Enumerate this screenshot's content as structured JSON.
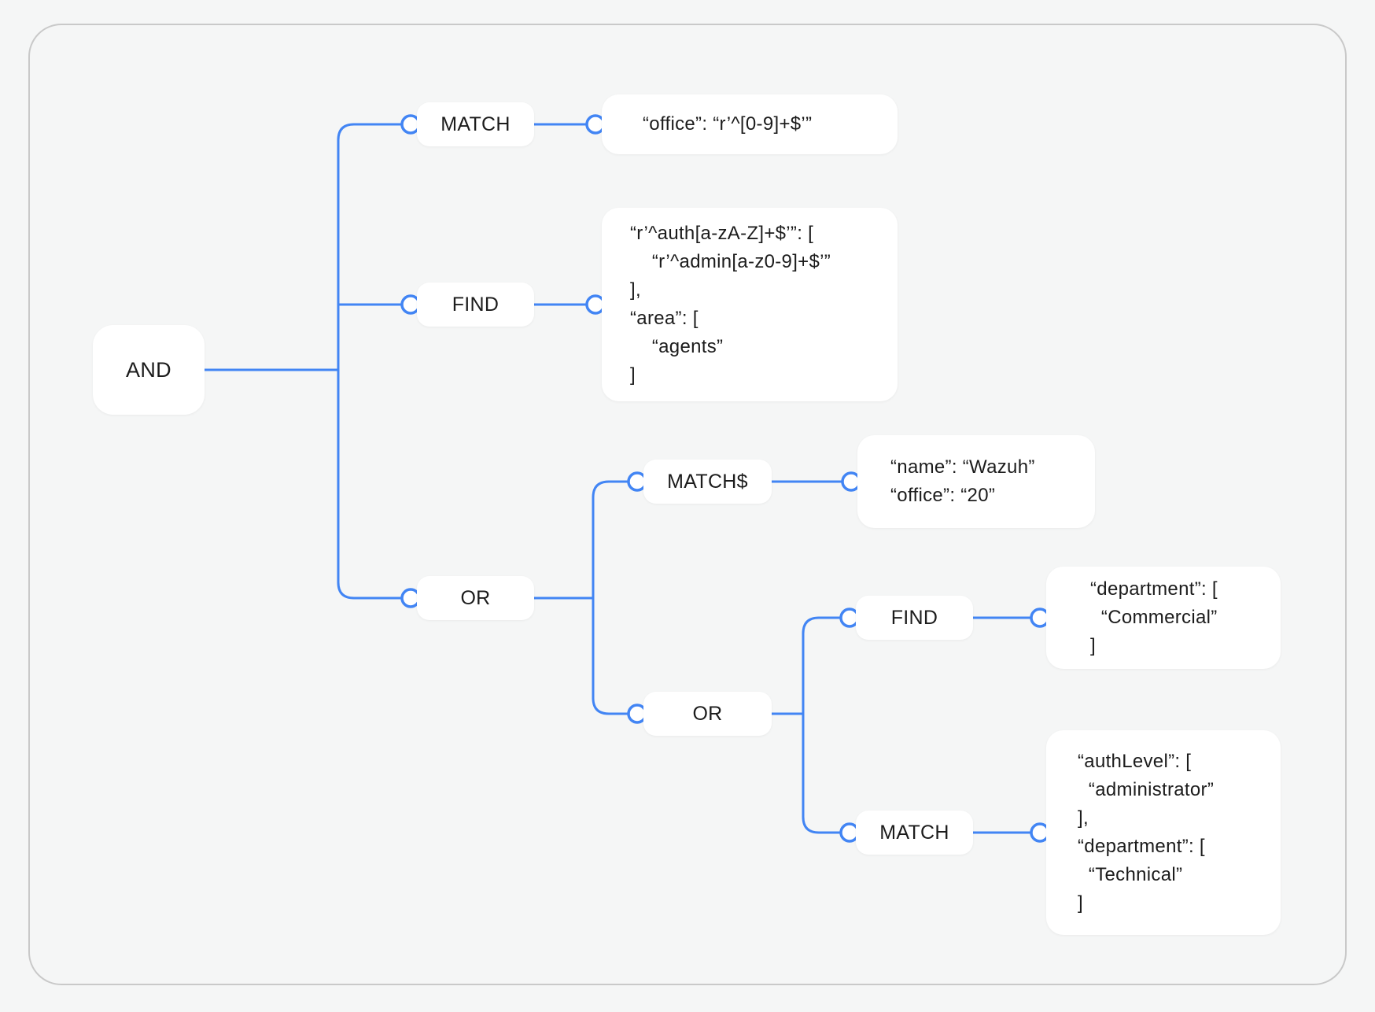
{
  "diagram": {
    "type": "logic-tree",
    "colors": {
      "accent": "#4285F4",
      "node_bg": "#ffffff",
      "canvas_bg": "#f5f6f6",
      "frame_border": "#c9c9c9",
      "text": "#1c1c1c"
    },
    "nodes": {
      "and": {
        "label": "AND"
      },
      "match1": {
        "label": "MATCH"
      },
      "find1": {
        "label": "FIND"
      },
      "or1": {
        "label": "OR"
      },
      "matchs": {
        "label": "MATCH$"
      },
      "or2": {
        "label": "OR"
      },
      "find2": {
        "label": "FIND"
      },
      "match2": {
        "label": "MATCH"
      }
    },
    "leaves": {
      "match1": {
        "text": "“office”: “r’^[0-9]+$’”"
      },
      "find1": {
        "text": "“r’^auth[a-zA-Z]+$’”: [\n    “r’^admin[a-z0-9]+$’”\n],\n“area”: [\n    “agents”\n]"
      },
      "matchs": {
        "text": "“name”: “Wazuh”\n“office”: “20”"
      },
      "find2": {
        "text": "“department”: [\n  “Commercial”\n]"
      },
      "match2": {
        "text": "“authLevel”: [\n  “administrator”\n],\n“department”: [\n  “Technical”\n]"
      }
    }
  }
}
